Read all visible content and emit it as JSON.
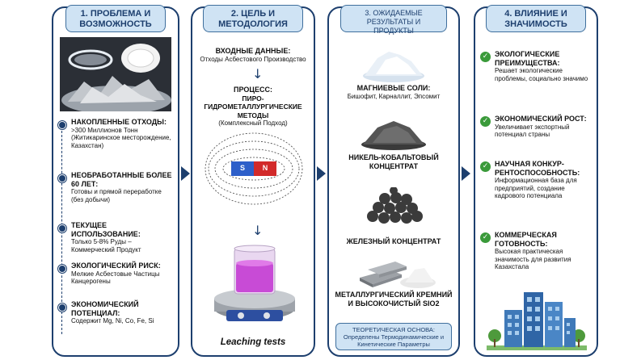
{
  "panel1": {
    "title": "1. ПРОБЛЕМА И ВОЗМОЖНОСТЬ",
    "items": [
      {
        "head": "НАКОПЛЕННЫЕ ОТХОДЫ:",
        "text": ">300 Миллионов Тонн (Житикаринское месторождение, Казахстан)"
      },
      {
        "head": "НЕОБРАБОТАННЫЕ БОЛЕЕ 60 ЛЕТ:",
        "text": "Готовы и прямой переработке (без добычи)"
      },
      {
        "head": "ТЕКУЩЕЕ ИСПОЛЬЗОВАНИЕ:",
        "text": "Только 5-8% Руды – Коммерческий Продукт"
      },
      {
        "head": "ЭКОЛОГИЧЕСКИЙ РИСК:",
        "text": "Мелкие Асбестовые Частицы Канцерогены"
      },
      {
        "head": "ЭКОНОМИЧЕСКИЙ ПОТЕНЦИАЛ:",
        "text": "Содержит Mg, Ni, Co, Fe, Si"
      }
    ]
  },
  "panel2": {
    "title": "2. ЦЕЛЬ И МЕТОДОЛОГИЯ",
    "input_head": "ВХОДНЫЕ ДАННЫЕ:",
    "input_text": "Отходы Асбестового Производство",
    "process_head": "ПРОЦЕСС:",
    "process_text": "ПИРО-ГИДРОМЕТАЛЛУРГИЧЕСКИЕ МЕТОДЫ",
    "process_note": "(Комплексный Подход)",
    "magnet_s": "S",
    "magnet_n": "N",
    "leaching": "Leaching tests"
  },
  "panel3": {
    "title": "3. ОЖИДАЕМЫЕ РЕЗУЛЬТАТЫ И ПРОДУКТЫ",
    "products": [
      {
        "head": "МАГНИЕВЫЕ СОЛИ:",
        "text": "Бишофит, Карналлит, Эпсомит"
      },
      {
        "head": "НИКЕЛЬ-КОБАЛЬТОВЫЙ КОНЦЕНТРАТ",
        "text": ""
      },
      {
        "head": "ЖЕЛЕЗНЫЙ КОНЦЕНТРАТ",
        "text": ""
      },
      {
        "head": "МЕТАЛЛУРГИЧЕСКИЙ КРЕМНИЙ И ВЫСОКОЧИСТЫЙ SIO2",
        "text": ""
      }
    ],
    "basis": "ТЕОРЕТИЧЕСКАЯ ОСНОВА: Определены Термодинамические и Кинетические Параметры"
  },
  "panel4": {
    "title": "4. ВЛИЯНИЕ И ЗНАЧИМОСТЬ",
    "items": [
      {
        "head": "ЭКОЛОГИЧЕСКИЕ ПРЕИМУЩЕСТВА:",
        "text": "Решает экологические проблемы, социально значимо"
      },
      {
        "head": "ЭКОНОМИЧЕСКИЙ РОСТ:",
        "text": "Увеличивает экспортный потенциал страны"
      },
      {
        "head": "НАУЧНАЯ КОНКУР- РЕНТОСПОСОБНОСТЬ:",
        "text": "Информационная база для предприятий, создание кадрового потенциала"
      },
      {
        "head": "КОММЕРЧЕСКАЯ ГОТОВНОСТЬ:",
        "text": "Высокая практическая значимость для развития Казахстала"
      }
    ]
  },
  "colors": {
    "navy": "#1d3f6e",
    "header_fill": "#cfe3f4",
    "check_green": "#3a9a3a",
    "magnet_blue": "#2d5fc9",
    "magnet_red": "#d22a2a"
  }
}
